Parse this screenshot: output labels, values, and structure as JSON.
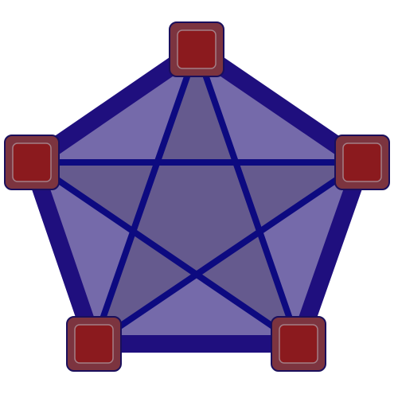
{
  "diagram": {
    "type": "complete-graph",
    "node_count": 5,
    "nodes": [
      {
        "id": "top"
      },
      {
        "id": "right"
      },
      {
        "id": "bottom-right"
      },
      {
        "id": "bottom-left"
      },
      {
        "id": "left"
      }
    ],
    "outer_edges": [
      [
        "top",
        "right"
      ],
      [
        "right",
        "bottom-right"
      ],
      [
        "bottom-right",
        "bottom-left"
      ],
      [
        "bottom-left",
        "left"
      ],
      [
        "left",
        "top"
      ]
    ],
    "inner_edges": [
      [
        "top",
        "bottom-right"
      ],
      [
        "top",
        "bottom-left"
      ],
      [
        "right",
        "bottom-left"
      ],
      [
        "right",
        "left"
      ],
      [
        "left",
        "bottom-right"
      ]
    ]
  },
  "colors": {
    "background": "#ffffff",
    "outer_edge": "#1f0f7e",
    "inner_edge": "#0d0a80",
    "fill_outer_region": "#756aaa",
    "fill_star_region": "#655a8e",
    "node_frame": "#7c343f",
    "node_frame_border": "#1a0f5c",
    "node_core": "#8b1a1e",
    "node_core_border": "#a37e86"
  }
}
